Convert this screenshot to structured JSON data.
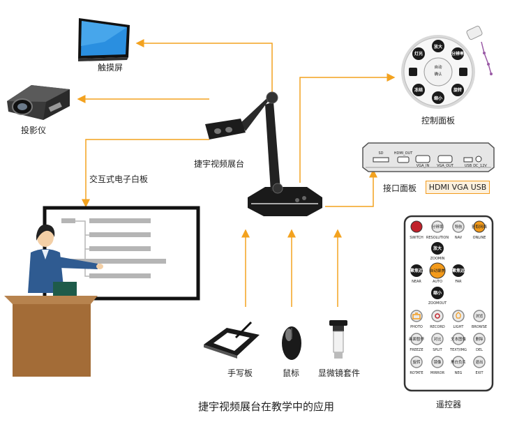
{
  "labels": {
    "touchscreen": "触摸屏",
    "projector": "投影仪",
    "camera": "捷宇视频展台",
    "whiteboard": "交互式电子白板",
    "control_panel": "控制面板",
    "interface_panel": "接口面板",
    "tablet": "手写板",
    "mouse": "鼠标",
    "microscope": "显微镜套件",
    "remote": "遥控器",
    "caption": "捷宇视频展台在教学中的应用"
  },
  "interface_ports": "HDMI  VGA  USB",
  "panel_ports": {
    "sd": "SD",
    "hdmi_out": "HDMI_OUT",
    "vga_in": "VGA_IN",
    "vga_out": "VGA_OUT",
    "usb": "USB",
    "dc": "DC_12V"
  },
  "control_panel": {
    "center": [
      "自动",
      "确认"
    ],
    "keys": [
      "灯光",
      "分辨率",
      "放大",
      "缩小",
      "冻结",
      "旋转"
    ]
  },
  "remote": {
    "row1": [
      {
        "cn": "",
        "en": "SWITCH"
      },
      {
        "cn": "分辨率",
        "en": "RESOLUTION"
      },
      {
        "cn": "导航",
        "en": "NAV"
      },
      {
        "cn": "获取网络",
        "en": "ONLINE"
      }
    ],
    "zoom_in": {
      "cn": "放大",
      "en": "ZOOMIN"
    },
    "near": {
      "cn": "聚焦近",
      "en": "NEAR"
    },
    "auto": {
      "cn": "自动聚焦",
      "en": "AUTO"
    },
    "far": {
      "cn": "聚焦远",
      "en": "FAR"
    },
    "zoom_out": {
      "cn": "缩小",
      "en": "ZOOMOUT"
    },
    "row3": [
      {
        "cn": "",
        "en": "PHOTO"
      },
      {
        "cn": "",
        "en": "RECORD"
      },
      {
        "cn": "",
        "en": "LIGHT"
      },
      {
        "cn": "浏览",
        "en": "BROWSE"
      }
    ],
    "row4": [
      {
        "cn": "画面暂停",
        "en": "FREEZE"
      },
      {
        "cn": "对比",
        "en": "SPLIT"
      },
      {
        "cn": "文本图像",
        "en": "TEXT/IMG"
      },
      {
        "cn": "删除",
        "en": "DEL"
      }
    ],
    "row5": [
      {
        "cn": "旋转",
        "en": "ROTATE"
      },
      {
        "cn": "镜像",
        "en": "MIRROR"
      },
      {
        "cn": "黑白负片",
        "en": "NEG"
      },
      {
        "cn": "退出",
        "en": "EXIT"
      }
    ]
  },
  "colors": {
    "arrow": "#f3a21f",
    "accent_orange": "#f39a1a",
    "remote_red": "#c0222b",
    "key_dark": "#1a1a1a"
  }
}
